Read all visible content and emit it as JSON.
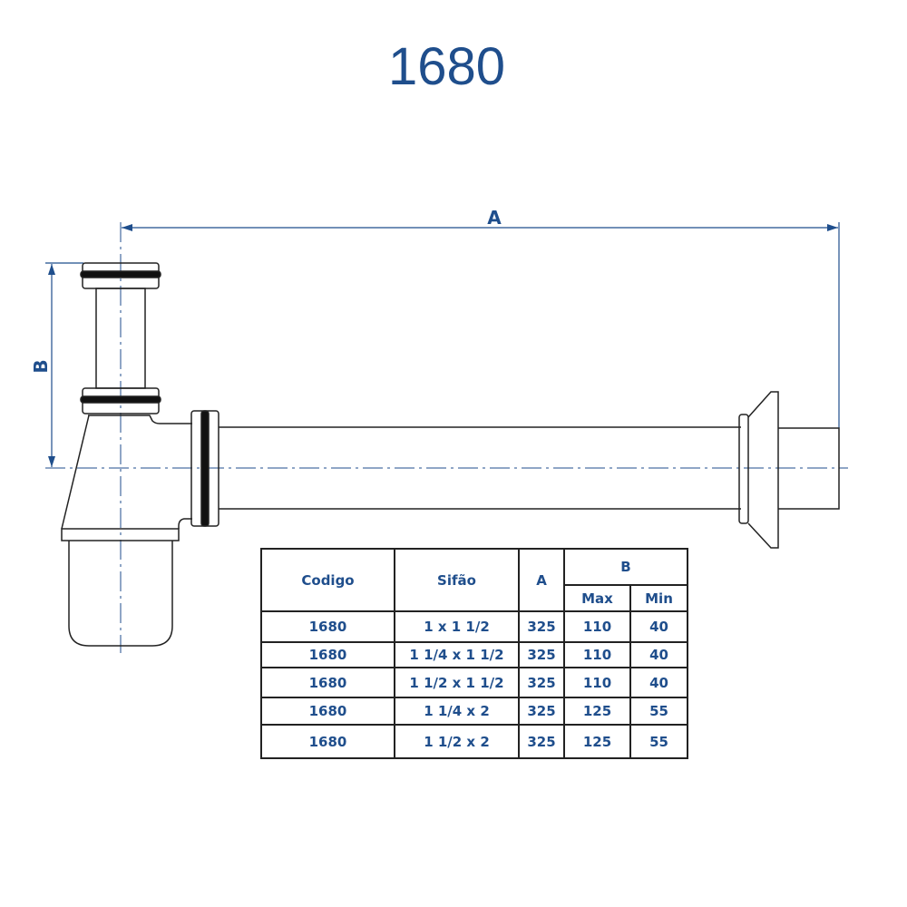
{
  "title": "1680",
  "dimensions": {
    "a_label": "A",
    "b_label": "B"
  },
  "table": {
    "headers": {
      "codigo": "Codigo",
      "sifao": "Sifão",
      "a": "A",
      "b": "B",
      "max": "Max",
      "min": "Min"
    },
    "rows": [
      {
        "codigo": "1680",
        "sifao": "1 x 1 1/2",
        "a": "325",
        "max": "110",
        "min": "40"
      },
      {
        "codigo": "1680",
        "sifao": "1 1/4 x 1 1/2",
        "a": "325",
        "max": "110",
        "min": "40"
      },
      {
        "codigo": "1680",
        "sifao": "1 1/2 x 1 1/2",
        "a": "325",
        "max": "110",
        "min": "40"
      },
      {
        "codigo": "1680",
        "sifao": "1 1/4 x 2",
        "a": "325",
        "max": "125",
        "min": "55"
      },
      {
        "codigo": "1680",
        "sifao": "1 1/2 x 2",
        "a": "325",
        "max": "125",
        "min": "55"
      }
    ]
  },
  "colors": {
    "accent": "#1f4e8c",
    "line": "#222222"
  }
}
